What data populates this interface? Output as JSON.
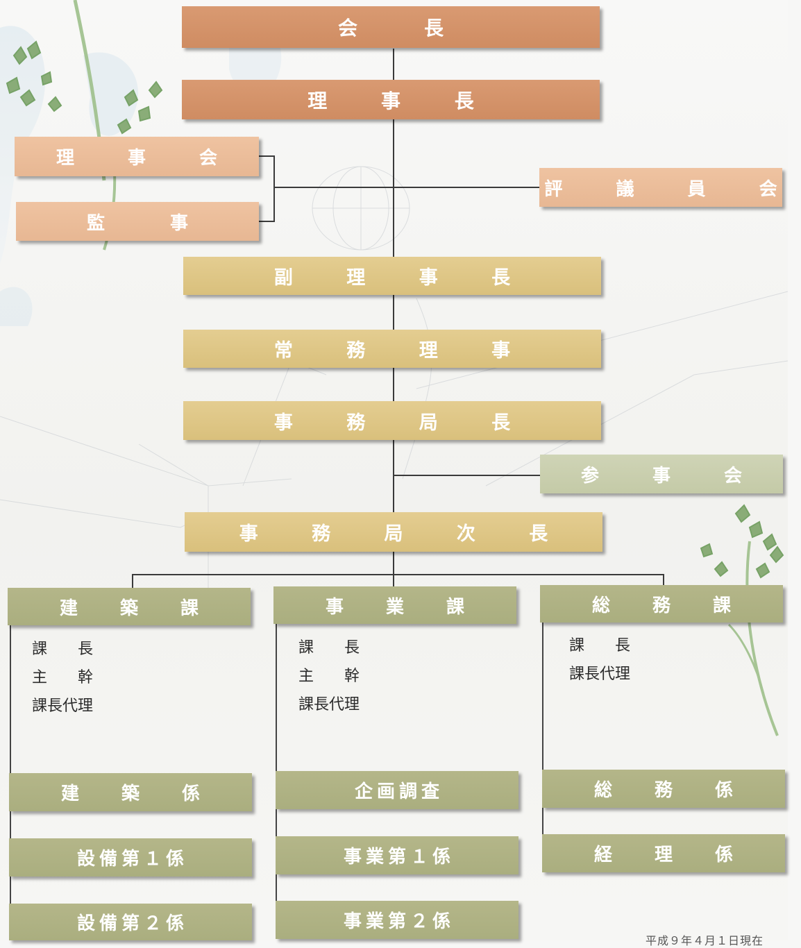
{
  "chart": {
    "top": {
      "president": "会　長",
      "chairman": "理 事 長",
      "board": "理 事 会",
      "auditor": "監　事",
      "council": "評 議 員 会",
      "vice_chairman": "副 理 事 長",
      "managing_director": "常 務 理 事",
      "secretary_general": "事 務 局 長",
      "advisory": "参 事 会",
      "deputy_secretary": "事 務 局 次 長"
    },
    "departments": [
      {
        "name": "建 築 課",
        "staff": [
          "課　　長",
          "主　　幹",
          "課長代理"
        ],
        "sections": [
          "建 築 係",
          "設備第１係",
          "設備第２係"
        ]
      },
      {
        "name": "事 業 課",
        "staff": [
          "課　　長",
          "主　　幹",
          "課長代理"
        ],
        "sections": [
          "企画調査",
          "事業第１係",
          "事業第２係"
        ]
      },
      {
        "name": "総 務 課",
        "staff": [
          "課　　長",
          "課長代理"
        ],
        "sections": [
          "総 務 係",
          "経 理 係"
        ]
      }
    ],
    "footnote": "平成９年４月１日現在"
  },
  "colors": {
    "orange": "#d39166",
    "peach": "#ebbd9a",
    "sand": "#dfc788",
    "sage": "#cacfb0",
    "olive": "#afb284",
    "line": "#3a3a3a"
  },
  "icons": [
    "leaf-illustration",
    "globe-sketch"
  ]
}
